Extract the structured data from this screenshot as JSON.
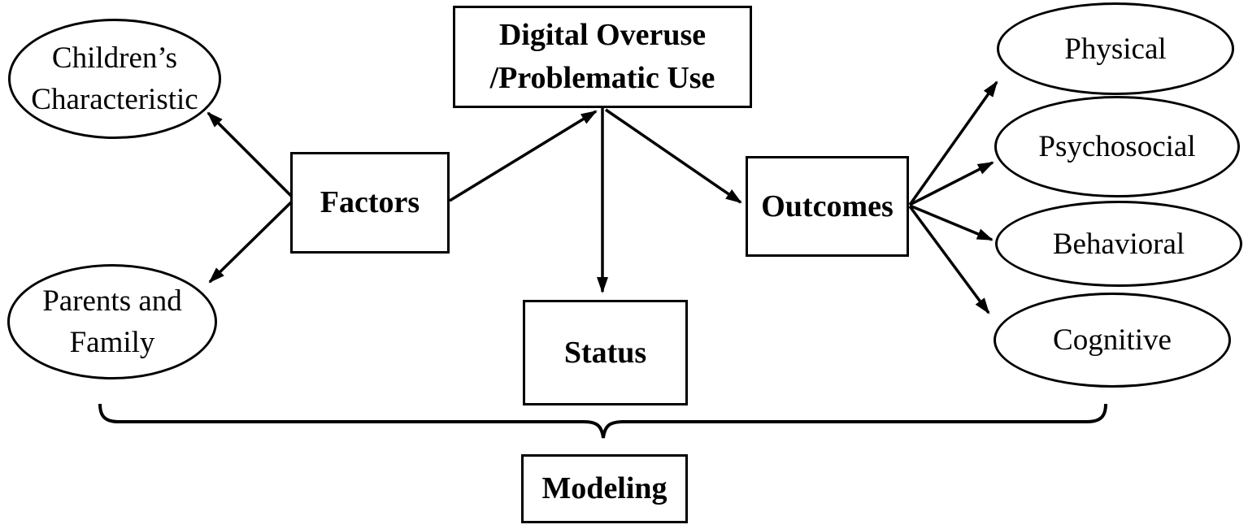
{
  "diagram": {
    "nodes": {
      "digital_overuse": {
        "line1": "Digital Overuse",
        "line2": "/Problematic Use"
      },
      "factors": {
        "label": "Factors"
      },
      "outcomes": {
        "label": "Outcomes"
      },
      "status": {
        "label": "Status"
      },
      "modeling": {
        "label": "Modeling"
      }
    },
    "factor_ellipses": [
      {
        "line1": "Children’s",
        "line2": "Characteristic"
      },
      {
        "line1": "Parents and",
        "line2": "Family"
      }
    ],
    "outcome_ellipses": [
      {
        "label": "Physical"
      },
      {
        "label": "Psychosocial"
      },
      {
        "label": "Behavioral"
      },
      {
        "label": "Cognitive"
      }
    ],
    "colors": {
      "line": "#000000",
      "background": "#ffffff",
      "text": "#000000"
    }
  }
}
